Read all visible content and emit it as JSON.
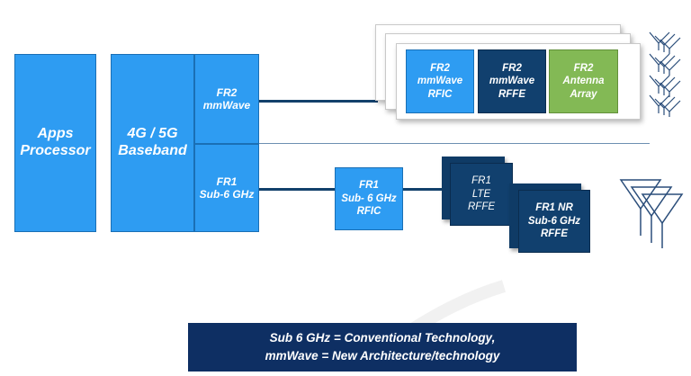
{
  "blocks": {
    "apps_processor": "Apps\nProcessor",
    "baseband": "4G / 5G\nBaseband",
    "fr2_port": "FR2\nmmWave",
    "fr1_port": "FR1\nSub-6 GHz",
    "fr2_rfic": "FR2\nmmWave\nRFIC",
    "fr2_rffe": "FR2\nmmWave\nRFFE",
    "fr2_antenna": "FR2\nAntenna\nArray",
    "fr1_rfic": "FR1\nSub- 6 GHz\nRFIC",
    "fr1_lte_rffe": "FR1\nLTE\nRFFE",
    "fr1_nr_rffe": "FR1 NR\nSub-6 GHz\nRFFE"
  },
  "banner": {
    "line1": "Sub 6 GHz = Conventional Technology,",
    "line2": "mmWave = New Architecture/technology"
  },
  "colors": {
    "bright_blue": "#2e9cf2",
    "dark_blue": "#11406e",
    "green": "#83b955",
    "banner": "#0e2f63",
    "line": "#12406b"
  },
  "icons": [
    "antenna-icon",
    "watermark-swoosh"
  ]
}
